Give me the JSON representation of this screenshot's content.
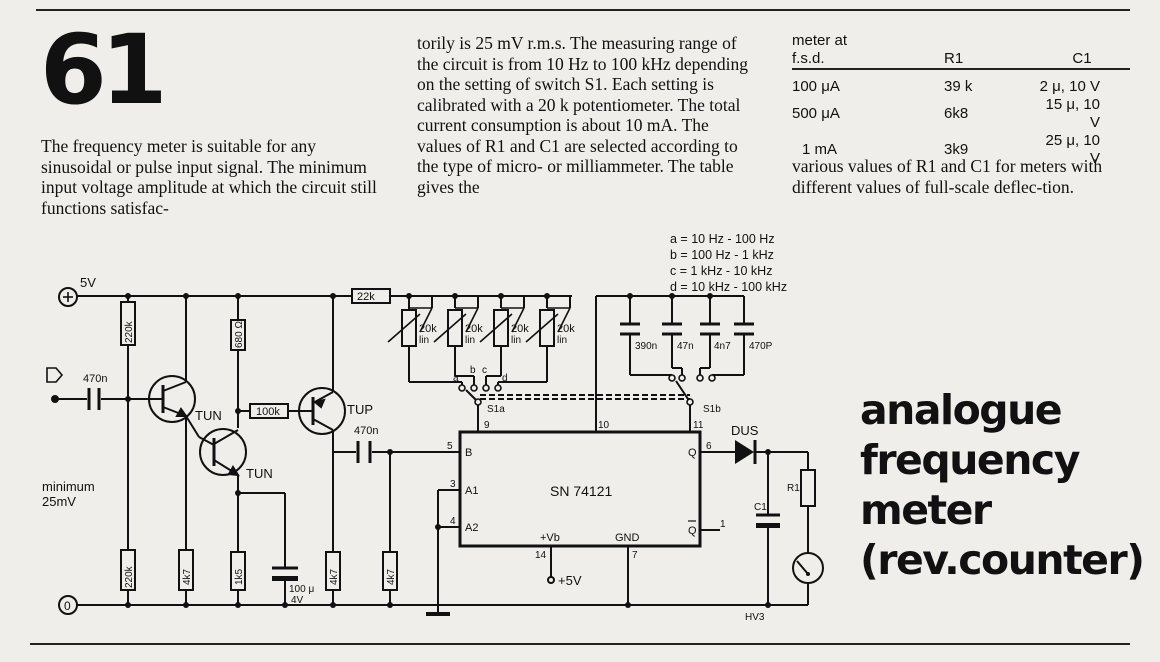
{
  "article_number": "61",
  "title_lines": [
    "analogue",
    "frequency",
    "meter",
    "(rev.counter)"
  ],
  "text": {
    "col1": "The frequency meter is suitable for any sinusoidal or pulse input signal. The minimum input voltage amplitude at which the circuit still functions satisfac-",
    "col2": "torily is 25 mV r.m.s. The measuring range of the circuit is from 10 Hz to 100 kHz depending on the setting of switch S1. Each setting is calibrated with a 20 k potentiometer. The total current consumption is about 10 mA. The values of R1 and C1 are selected according to the type of micro- or milliammeter. The table gives the",
    "col3": "various values of R1 and C1 for meters with different values of full-scale deflec-tion."
  },
  "table": {
    "header_line1": "meter at",
    "header_line2": "f.s.d.",
    "col_r1": "R1",
    "col_c1": "C1",
    "rows": [
      {
        "meter": "100 μA",
        "r1": "39 k",
        "c1": "2 μ, 10 V"
      },
      {
        "meter": "500 μA",
        "r1": "6k8",
        "c1": "15 μ, 10 V"
      },
      {
        "meter": "1 mA",
        "r1": "3k9",
        "c1": "25 μ, 10 V"
      }
    ]
  },
  "schematic": {
    "ranges": [
      "a =  10 Hz  - 100 Hz",
      "b = 100 Hz  -    1 kHz",
      "c =     1 kHz -  10 kHz",
      "d =  10 kHz - 100 kHz"
    ],
    "supply": "5V",
    "gnd": "0",
    "input_note_1": "minimum",
    "input_note_2": "25mV",
    "c_in": "470n",
    "r_220k_a": "220k",
    "r_220k_b": "220k",
    "r_680": "680 Ω",
    "r_4k7_a": "4k7",
    "r_1k5": "1k5",
    "c_100u_1": "100 μ",
    "c_100u_2": "4V",
    "r_100k": "100k",
    "tun1": "TUN",
    "tun2": "TUN",
    "tup": "TUP",
    "r_4k7_b": "4k7",
    "c_470n_b": "470n",
    "r_4k7_c": "4k7",
    "r_22k": "22k",
    "pot": "20k",
    "pot_lin": "lin",
    "sw_a": "a",
    "sw_b": "b",
    "sw_c": "c",
    "sw_d": "d",
    "s1a": "S1a",
    "s1b": "S1b",
    "caps": [
      "390n",
      "47n",
      "4n7",
      "470P"
    ],
    "ic_name": "SN 74121",
    "pin_5": "5",
    "pin_9": "9",
    "pin_10": "10",
    "pin_11": "11",
    "pin_6": "6",
    "pin_3": "3",
    "pin_4": "4",
    "pin_14": "14",
    "pin_7": "7",
    "pin_1": "1",
    "lbl_b": "B",
    "lbl_a1": "A1",
    "lbl_a2": "A2",
    "lbl_q": "Q",
    "lbl_qbar": "Q",
    "lbl_vb": "+Vb",
    "lbl_gnd": "GND",
    "plus5": "+5V",
    "dus": "DUS",
    "c1": "C1",
    "r1": "R1",
    "hv3": "HV3"
  }
}
